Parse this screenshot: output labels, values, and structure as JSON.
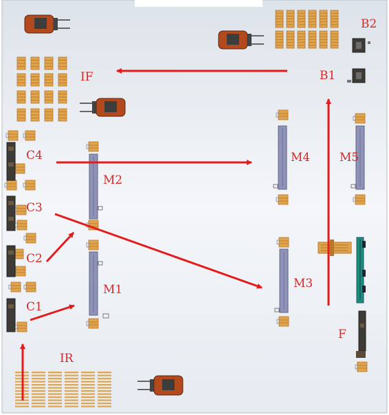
{
  "labels": {
    "B2": "B2",
    "B1": "B1",
    "IF": "IF",
    "C4": "C4",
    "C3": "C3",
    "C2": "C2",
    "C1": "C1",
    "M1": "M1",
    "M2": "M2",
    "M3": "M3",
    "M4": "M4",
    "M5": "M5",
    "F": "F",
    "IR": "IR"
  },
  "colors": {
    "label": "#d42a2a",
    "arrow": "#e51b1b",
    "floor_top": "#dde3ea",
    "floor_mid": "#f4f6f9",
    "wood": "#e0a44c",
    "wood_dark": "#b8762a",
    "machine": "#8f93b8",
    "machine_edge": "#5f6388",
    "dark_station": "#3e3a36",
    "forklift": "#b34a1e",
    "teal_line": "#1e8a80"
  },
  "icons": [
    "forklift-icon",
    "pallet-icon",
    "machine-icon",
    "conveyor-icon"
  ]
}
